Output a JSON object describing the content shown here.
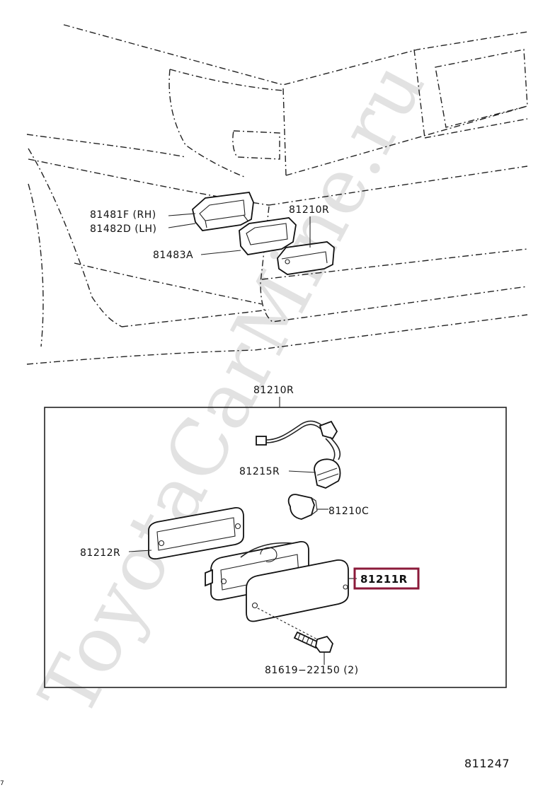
{
  "watermark": "ToyotaCarMine.ru",
  "figure_code": "811247",
  "edge_mark": "7",
  "highlight_color": "#8b1a3a",
  "labels": {
    "p81481F": "81481F (RH)",
    "p81482D": "81482D (LH)",
    "p81483A": "81483A",
    "p81210R_top": "81210R",
    "p81210R_box": "81210R",
    "p81215R": "81215R",
    "p81210C": "81210C",
    "p81212R": "81212R",
    "p81211R": "81211R",
    "p81619": "81619−22150 (2)"
  }
}
